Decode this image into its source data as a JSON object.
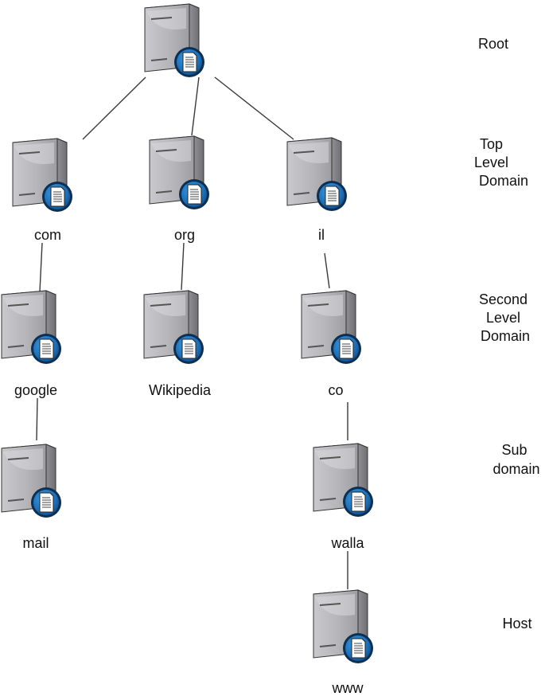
{
  "nodes": {
    "root": {
      "label": ""
    },
    "com": {
      "label": "com"
    },
    "org": {
      "label": "org"
    },
    "il": {
      "label": "il"
    },
    "google": {
      "label": "google"
    },
    "wikipedia": {
      "label": "Wikipedia"
    },
    "co": {
      "label": "co"
    },
    "mail": {
      "label": "mail"
    },
    "walla": {
      "label": "walla"
    },
    "www": {
      "label": "www"
    }
  },
  "levels": {
    "root": [
      "Root"
    ],
    "top_level_domain": [
      "Top",
      "Level",
      "Domain"
    ],
    "second_level_domain": [
      "Second",
      "Level",
      "Domain"
    ],
    "sub_domain": [
      "Sub",
      "domain"
    ],
    "host": [
      "Host"
    ]
  },
  "edges": [
    [
      "root",
      "com"
    ],
    [
      "root",
      "org"
    ],
    [
      "root",
      "il"
    ],
    [
      "com",
      "google"
    ],
    [
      "org",
      "wikipedia"
    ],
    [
      "il",
      "co"
    ],
    [
      "google",
      "mail"
    ],
    [
      "co",
      "walla"
    ],
    [
      "walla",
      "www"
    ]
  ],
  "colors": {
    "server_body": "#b9b9bd",
    "badge_ring": "#1c6fb8",
    "badge_dark": "#0c2f52",
    "edge": "#3a3a3a"
  },
  "icon": "server-with-document-icon"
}
